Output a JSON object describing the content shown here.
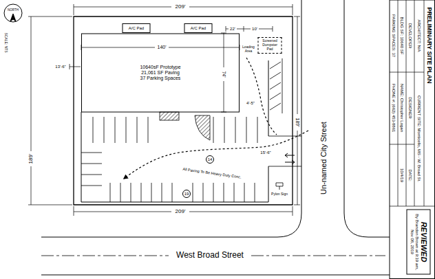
{
  "diagram": {
    "title": "PRELIMINARY SITE PLAN",
    "nodes": [
      {
        "text": [
          "A/C Pad"
        ]
      },
      {
        "text": [
          "A/C Pad"
        ]
      },
      {
        "text": [
          "10640sF Prototype",
          "21,061 SF Paving",
          "37 Parking Spaces"
        ]
      },
      {
        "text": [
          "Screened Dumpster Pad"
        ]
      },
      {
        "text": [
          "REVIEWED",
          "By Brandon Brown at 9:19 am, Nov 08, 2019"
        ]
      }
    ],
    "labels": [
      "NORTH",
      "SCALE: NTS",
      "209'",
      "140'",
      "13'-6\"",
      "74'",
      "22'",
      "10'",
      "Loading Area",
      "4'-5\"",
      "189'",
      "189'",
      "15'-6\"",
      "14",
      "19",
      "All Paving To Be Heavy Duty Conc.",
      "Pylon Sign",
      "209'",
      "Un-named City Street",
      "West Broad Street",
      "ARCHITECT: N/A",
      "CURRENT SITE: Monticello, MS - W. Broad St.",
      "DEVELOPER",
      "DESIGNER",
      "DATE:",
      "BLDG SF: 10640 SF",
      "NAME: Christopher Logan",
      "10/4/19",
      "PARKING SPACES: 37",
      "PHONE #: (662) 453-8861"
    ]
  }
}
